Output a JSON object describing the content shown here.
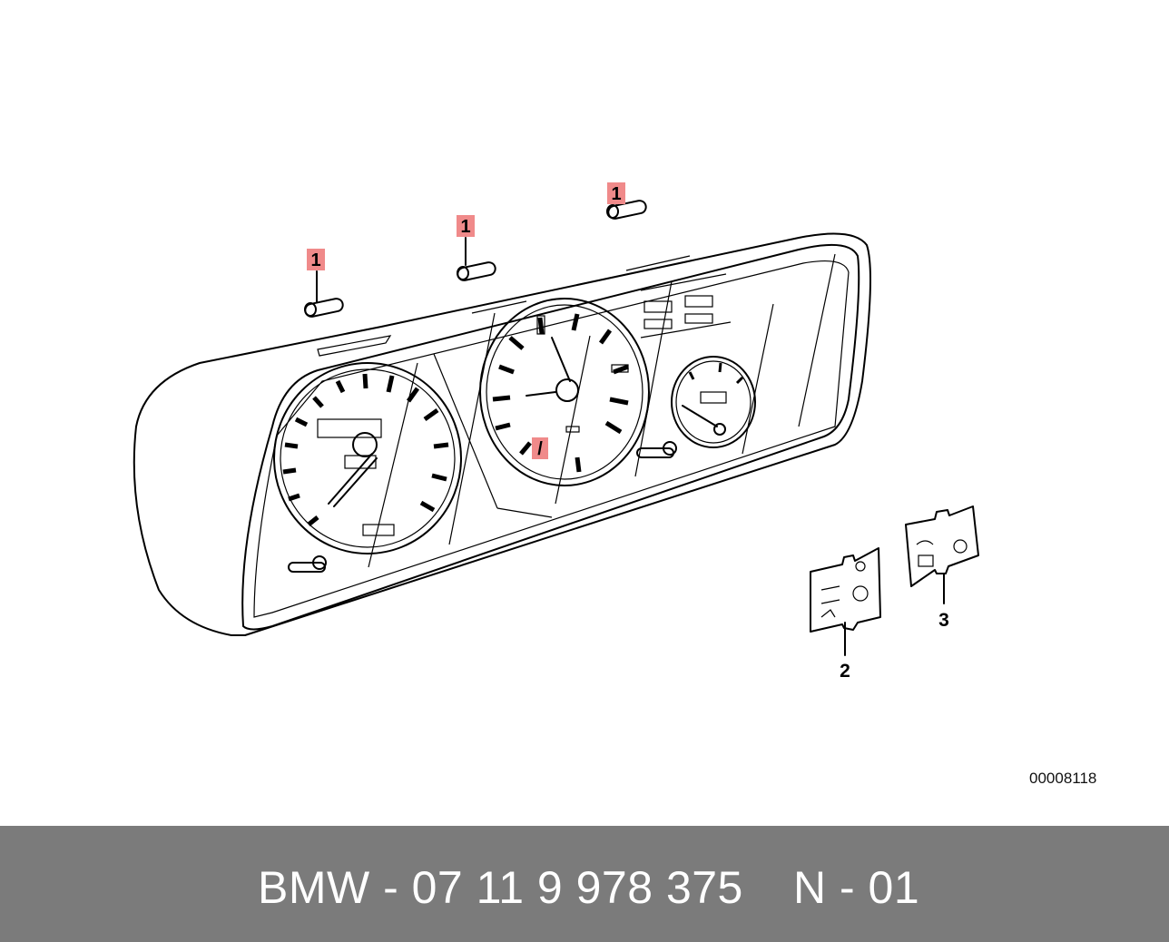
{
  "callouts": {
    "bulb_top_left": "1",
    "bulb_top_mid": "1",
    "bulb_top_right": "1",
    "center_marker": "/",
    "plate_left": "2",
    "plate_right": "3"
  },
  "diagram_id": "00008118",
  "footer": {
    "part_number": "BMW - 07 11 9 978 375",
    "code": "N - 01"
  },
  "colors": {
    "callout_highlight": "#f08a8a",
    "footer_background": "#7b7b7b",
    "footer_text": "#ffffff"
  }
}
